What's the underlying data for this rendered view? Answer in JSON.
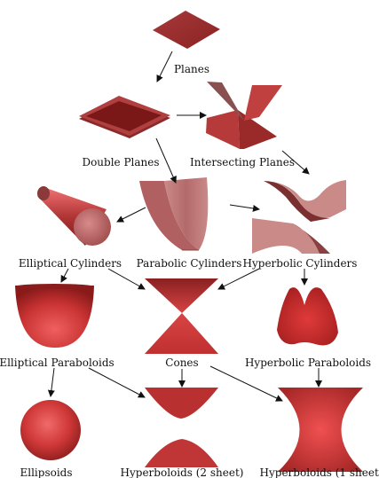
{
  "labels": {
    "planes": "Planes",
    "double_planes": "Double Planes",
    "intersecting_planes": "Intersecting Planes",
    "elliptical_cylinders": "Elliptical Cylinders",
    "parabolic_cylinders": "Parabolic Cylinders",
    "hyperbolic_cylinders": "Hyperbolic Cylinders",
    "elliptical_paraboloids": "Elliptical Paraboloids",
    "cones": "Cones",
    "hyperbolic_paraboloids": "Hyperbolic Paraboloids",
    "ellipsoids": "Ellipsoids",
    "hyperboloids_2": "Hyperboloids (2 sheet)",
    "hyperboloids_1": "Hyperboloids (1 sheet)"
  },
  "colors": {
    "surface_dark": "#7a1a1a",
    "surface_mid": "#b03a3a",
    "surface_light": "#e46060",
    "surface_pale": "#c98a88",
    "arrow": "#111111"
  }
}
